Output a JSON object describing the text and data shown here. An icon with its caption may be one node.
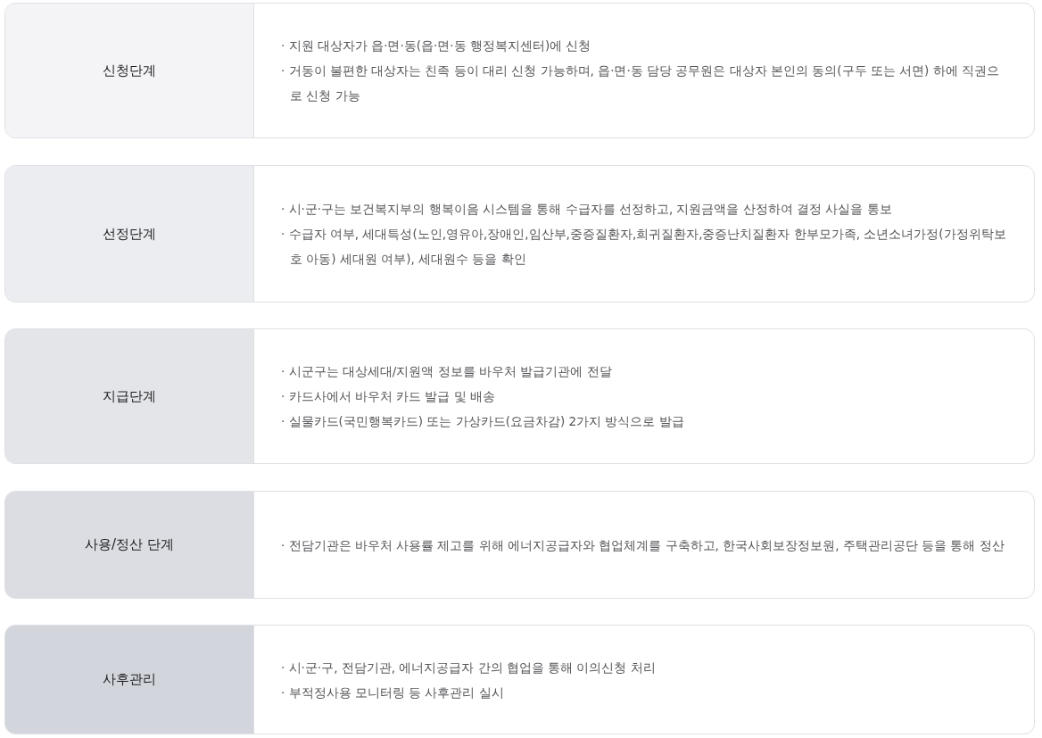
{
  "diagram": {
    "nodes": [
      {
        "text": [
          "신청단계",
          "· 지원 대상자가 읍·면·동(읍·면·동 행정복지센터)에 신청",
          "· 거동이 불편한 대상자는 친족 등이 대리 신청 가능하며, 읍·면·동 담당 공무원은 대상자 본인의 동의(구두 또는 서면) 하에 직권으로 신청 가능"
        ]
      },
      {
        "text": [
          "선정단계",
          "· 시·군·구는 보건복지부의 행복이음 시스템을 통해 수급자를 선정하고, 지원금액을 산정하여 결정 사실을 통보",
          "· 수급자 여부, 세대특성(노인,영유아,장애인,임산부,중증질환자,희귀질환자,중증난치질환자 한부모가족, 소년소녀가정(가정위탁보호 아동) 세대원 여부), 세대원수 등을 확인"
        ]
      },
      {
        "text": [
          "지급단계",
          "· 시군구는 대상세대/지원액 정보를 바우처 발급기관에 전달",
          "· 카드사에서 바우처 카드 발급 및 배송",
          "· 실물카드(국민행복카드) 또는 가상카드(요금차감) 2가지 방식으로 발급"
        ]
      },
      {
        "text": [
          "사용/정산 단계",
          "· 전담기관은 바우처 사용률 제고를 위해 에너지공급자와 협업체계를 구축하고, 한국사회보장정보원, 주택관리공단 등을 통해 정산"
        ]
      },
      {
        "text": [
          "사후관리",
          "· 시·군·구, 전담기관, 에너지공급자 간의 협업을 통해 이의신청 처리",
          "· 부적정사용 모니터링 등 사후관리 실시"
        ]
      }
    ]
  }
}
